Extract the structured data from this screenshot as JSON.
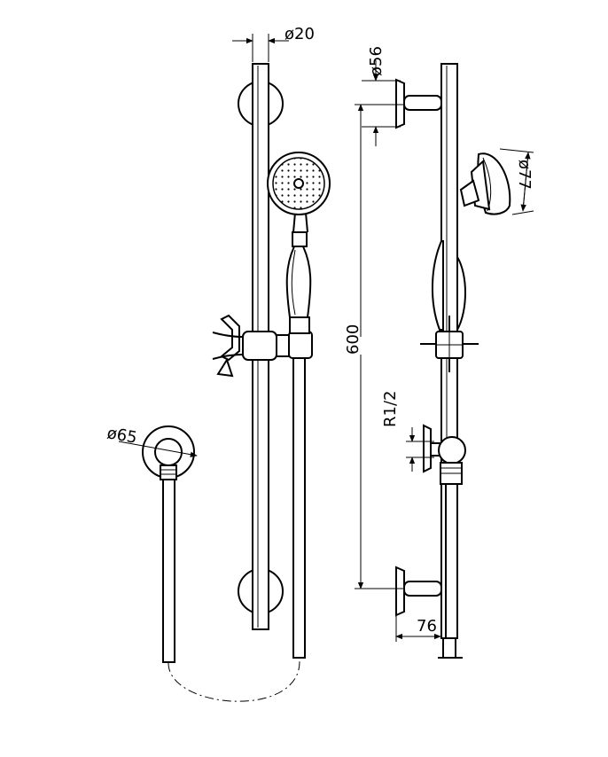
{
  "dimensions": {
    "bar_diameter": "ø20",
    "bracket_diameter": "ø56",
    "showerhead_diameter": "ø77",
    "bar_length": "600",
    "thread_size": "R1/2",
    "outlet_diameter": "ø65",
    "wall_offset": "76"
  },
  "colors": {
    "line": "#000000",
    "background": "#ffffff"
  }
}
